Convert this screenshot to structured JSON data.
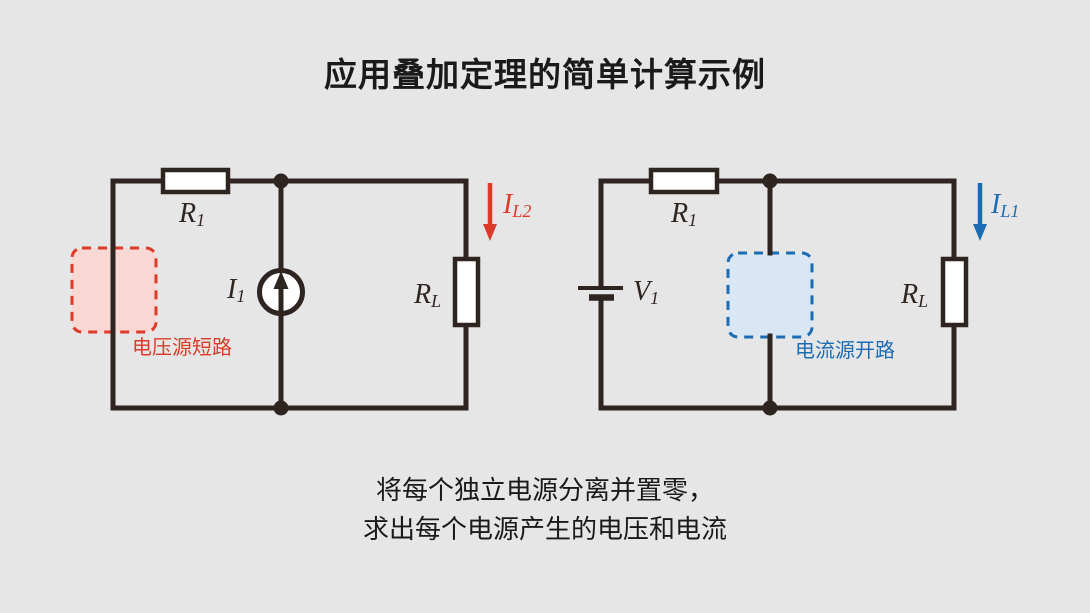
{
  "title": "应用叠加定理的简单计算示例",
  "caption": {
    "line1": "将每个独立电源分离并置零，",
    "line2": "求出每个电源产生的电压和电流"
  },
  "left_circuit": {
    "resistor_top": {
      "main": "R",
      "sub": "1"
    },
    "current_source": {
      "main": "I",
      "sub": "1"
    },
    "load_resistor": {
      "main": "R",
      "sub": "L"
    },
    "load_current": {
      "main": "I",
      "sub": "L2"
    },
    "note": "电压源短路"
  },
  "right_circuit": {
    "resistor_top": {
      "main": "R",
      "sub": "1"
    },
    "voltage_source": {
      "main": "V",
      "sub": "1"
    },
    "load_resistor": {
      "main": "R",
      "sub": "L"
    },
    "load_current": {
      "main": "I",
      "sub": "L1"
    },
    "note": "电流源开路"
  },
  "icons": {
    "left_load_current": "arrow-down",
    "right_load_current": "arrow-down",
    "current_source": "arrow-up-in-circle",
    "voltage_source": "battery-cell"
  },
  "colors": {
    "background": "#e6e6e6",
    "wire": "#2e2420",
    "text": "#1a1a1a",
    "red_accent": "#dc3b2a",
    "red_fill": "#f9d7d2",
    "blue_accent": "#1c6cb3",
    "blue_fill": "#d9e7f5"
  }
}
